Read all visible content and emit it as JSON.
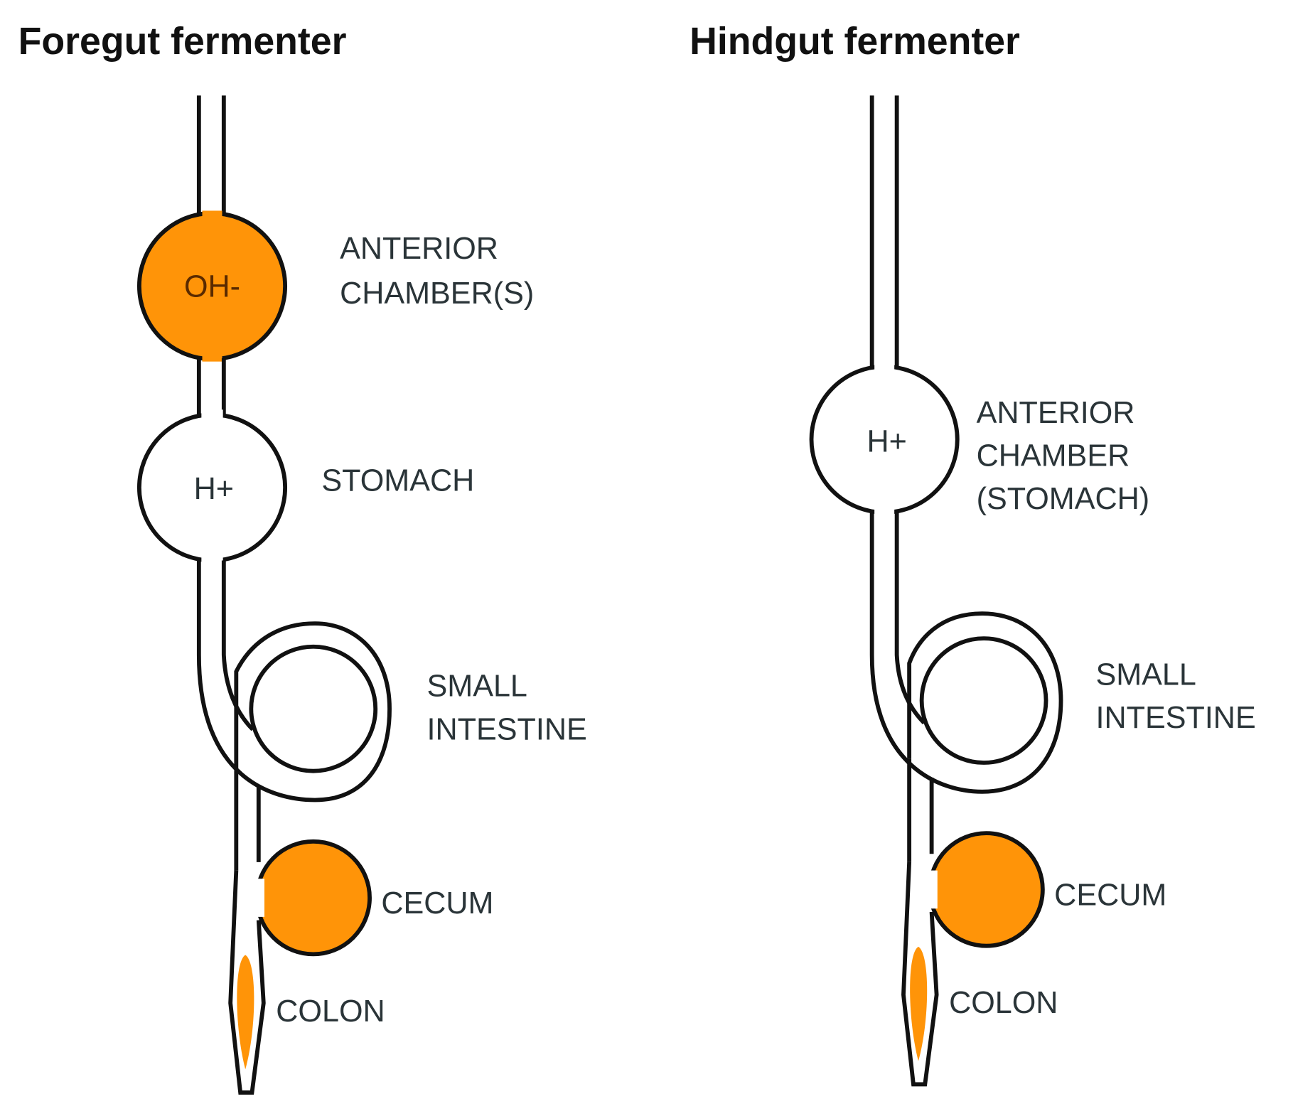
{
  "colors": {
    "fermentation": "#ff9408",
    "outline": "#111111",
    "label": "#2a3438"
  },
  "panels": [
    {
      "title": "Foregut fermenter",
      "organs": [
        {
          "name": "anterior-chamber",
          "ion": "OH-",
          "label_lines": [
            "ANTERIOR",
            "CHAMBER(S)"
          ],
          "fermenting": true
        },
        {
          "name": "stomach",
          "ion": "H+",
          "label_lines": [
            "STOMACH"
          ],
          "fermenting": false
        },
        {
          "name": "small-intestine",
          "label_lines": [
            "SMALL",
            "INTESTINE"
          ],
          "fermenting": false
        },
        {
          "name": "cecum",
          "label_lines": [
            "CECUM"
          ],
          "fermenting": true
        },
        {
          "name": "colon",
          "label_lines": [
            "COLON"
          ],
          "fermenting": true
        }
      ]
    },
    {
      "title": "Hindgut fermenter",
      "organs": [
        {
          "name": "anterior-chamber",
          "ion": "H+",
          "label_lines": [
            "ANTERIOR",
            "CHAMBER",
            "(STOMACH)"
          ],
          "fermenting": false
        },
        {
          "name": "small-intestine",
          "label_lines": [
            "SMALL",
            "INTESTINE"
          ],
          "fermenting": false
        },
        {
          "name": "cecum",
          "label_lines": [
            "CECUM"
          ],
          "fermenting": true
        },
        {
          "name": "colon",
          "label_lines": [
            "COLON"
          ],
          "fermenting": true
        }
      ]
    }
  ]
}
